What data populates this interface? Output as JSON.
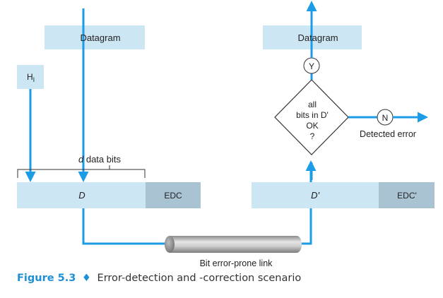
{
  "diagram": {
    "sender": {
      "datagram_label": "Datagram",
      "header_label": "H",
      "header_subscript": "I",
      "brace_label": "d data bits",
      "data_label": "D",
      "edc_label": "EDC"
    },
    "receiver": {
      "datagram_label": "Datagram",
      "yes_label": "Y",
      "decision_lines": [
        "all",
        "bits in D'",
        "OK",
        "?"
      ],
      "no_label": "N",
      "error_label": "Detected error",
      "data_label": "D'",
      "edc_label": "EDC'"
    },
    "link_label": "Bit error-prone link"
  },
  "caption": {
    "figure_label": "Figure 5.3",
    "separator": "♦",
    "text": "Error-detection and -correction scenario"
  },
  "colors": {
    "arrow": "#1c9be6",
    "box_light": "#cde6f4",
    "box_dark": "#a9c3d3",
    "caption_accent": "#1c8fd6"
  }
}
